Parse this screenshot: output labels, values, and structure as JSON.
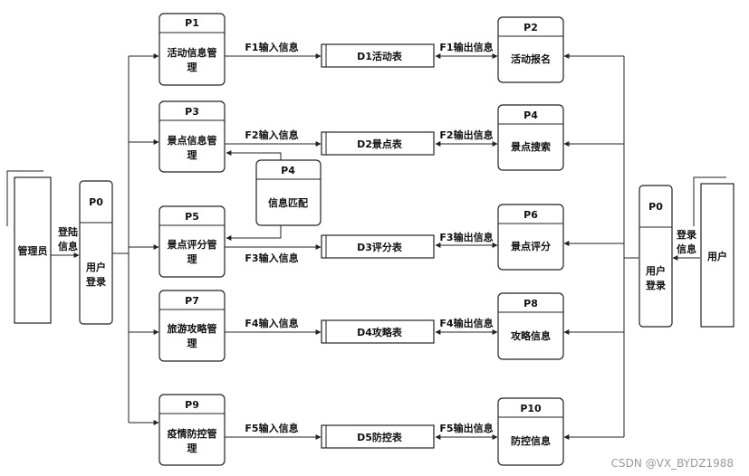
{
  "admin": {
    "label": "管理员",
    "login_info": [
      "登陆",
      "信息"
    ]
  },
  "user": {
    "label": "用户",
    "login_info": [
      "登录",
      "信息"
    ]
  },
  "p0_left": {
    "id": "P0",
    "label": [
      "用户",
      "登录"
    ]
  },
  "p0_right": {
    "id": "P0",
    "label": [
      "用户",
      "登录"
    ]
  },
  "rows": [
    {
      "left_id": "P1",
      "left_label": [
        "活动信息管",
        "理"
      ],
      "input": "F1输入信息",
      "store": "D1活动表",
      "output": "F1输出信息",
      "right_id": "P2",
      "right_label": [
        "活动报名"
      ]
    },
    {
      "left_id": "P3",
      "left_label": [
        "景点信息管",
        "理"
      ],
      "input": "F2输入信息",
      "store": "D2景点表",
      "output": "F2输出信息",
      "right_id": "P4",
      "right_label": [
        "景点搜索"
      ]
    },
    {
      "left_id": "P5",
      "left_label": [
        "景点评分管",
        "理"
      ],
      "input": "F3输入信息",
      "store": "D3评分表",
      "output": "F3输出信息",
      "right_id": "P6",
      "right_label": [
        "景点评分"
      ]
    },
    {
      "left_id": "P7",
      "left_label": [
        "旅游攻略管",
        "理"
      ],
      "input": "F4输入信息",
      "store": "D4攻略表",
      "output": "F4输出信息",
      "right_id": "P8",
      "right_label": [
        "攻略信息"
      ]
    },
    {
      "left_id": "P9",
      "left_label": [
        "疫情防控管",
        "理"
      ],
      "input": "F5输入信息",
      "store": "D5防控表",
      "output": "F5输出信息",
      "right_id": "P10",
      "right_label": [
        "防控信息"
      ]
    }
  ],
  "matcher": {
    "id": "P4",
    "label": "信息匹配"
  },
  "watermark": "CSDN @VX_BYDZ1988"
}
